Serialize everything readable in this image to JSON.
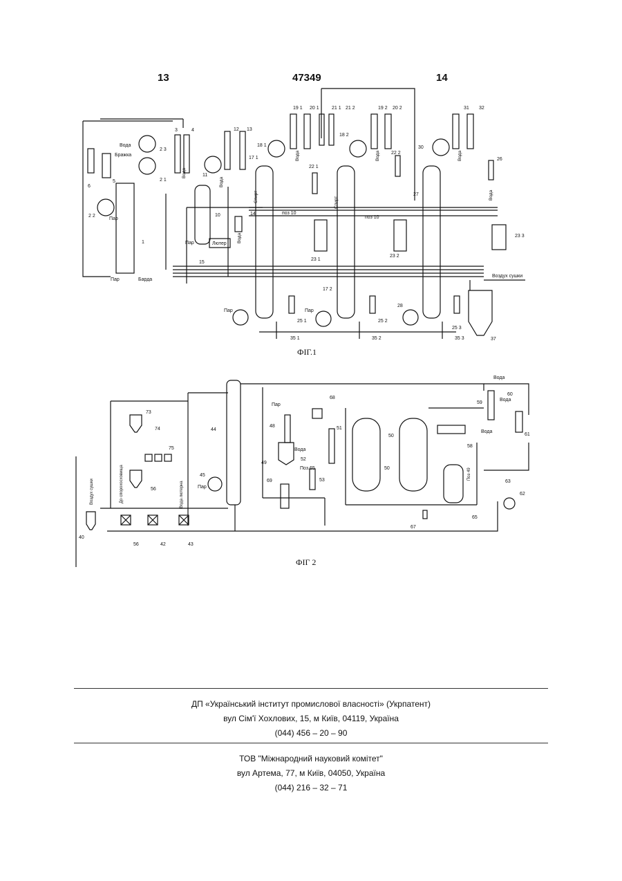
{
  "header": {
    "page_left": "13",
    "patent_number": "47349",
    "page_right": "14"
  },
  "fig1": {
    "caption": "ФІГ.1",
    "labels": {
      "l_3": "3",
      "l_4": "4",
      "l_12": "12",
      "l_13": "13",
      "l_191": "19 1",
      "l_201": "20 1",
      "l_211": "21 1",
      "l_212": "21 2",
      "l_192": "19 2",
      "l_202": "20 2",
      "l_31": "31",
      "l_32": "32",
      "l_voda_a": "Вода",
      "l_brazhka": "Бражка",
      "l_23": "2 3",
      "l_21": "2 1",
      "l_6": "6",
      "l_5": "5",
      "l_22": "2 2",
      "l_par_a": "Пар",
      "l_voda_b": "Вода",
      "l_voda_c": "Вода",
      "l_11": "11",
      "l_10": "10",
      "l_14": "14",
      "l_lyuter": "Лютер",
      "l_15": "15",
      "l_par_b": "Пар",
      "l_voda_d": "Вода",
      "l_181": "18 1",
      "l_171": "17 1",
      "l_spirt_a": "Спирт",
      "l_182": "18 2",
      "l_spirt_b": "Спирт",
      "l_221": "22 1",
      "l_222": "22 2",
      "l_30": "30",
      "l_26": "26",
      "l_27": "27",
      "l_poz10a": "поз 10",
      "l_poz10b": "поз 10",
      "l_231": "23 1",
      "l_232": "23 2",
      "l_233": "23 3",
      "l_1": "1",
      "l_par_c": "Пар",
      "l_barda": "Барда",
      "l_172": "17 2",
      "l_vozduh": "Воздух сушки",
      "l_par_d": "Пар",
      "l_par_e": "Пар",
      "l_28": "28",
      "l_251": "25 1",
      "l_252": "25 2",
      "l_253": "25 3",
      "l_351": "35 1",
      "l_352": "35 2",
      "l_353": "35 3",
      "l_37": "37",
      "l_voda_e": "Вода",
      "l_voda_f": "Вода",
      "l_voda_g": "Вода",
      "l_voda_h": "Вода"
    }
  },
  "fig2": {
    "caption": "ФІГ 2",
    "labels": {
      "m_73": "73",
      "m_74": "74",
      "m_75": "75",
      "m_56a": "56",
      "m_56b": "56",
      "m_44": "44",
      "m_45": "45",
      "m_par_a": "Пар",
      "m_par_b": "Пар",
      "m_48": "48",
      "m_49": "49",
      "m_68": "68",
      "m_51": "51",
      "m_52": "52",
      "m_poz65": "Поз.65",
      "m_53": "53",
      "m_69": "69",
      "m_50a": "50",
      "m_50b": "50",
      "m_59": "59",
      "m_60": "60",
      "m_61": "61",
      "m_58": "58",
      "m_poz49": "Поз 49",
      "m_65": "65",
      "m_63": "63",
      "m_62": "62",
      "m_67": "67",
      "m_40": "40",
      "m_42": "42",
      "m_43": "43",
      "m_voda_a": "Вода",
      "m_voda_b": "Вода",
      "m_voda_c": "Вода",
      "m_voda_d": "Вода",
      "m_voda_lyuter": "Вода лютерна",
      "m_sporykh": "До спорохосховища",
      "m_vozduh": "Воздух сушки"
    }
  },
  "footer": {
    "org1_name": "ДП «Український інститут промислової власності» (Укрпатент)",
    "org1_address": "вул  Сім'ї Хохлових, 15, м  Київ, 04119, Україна",
    "org1_phone": "(044) 456 – 20 –  90",
    "org2_name": "ТОВ \"Міжнародний науковий комітет\"",
    "org2_address": "вул  Артема, 77, м  Київ, 04050, Україна",
    "org2_phone": "(044) 216 – 32 – 71"
  }
}
